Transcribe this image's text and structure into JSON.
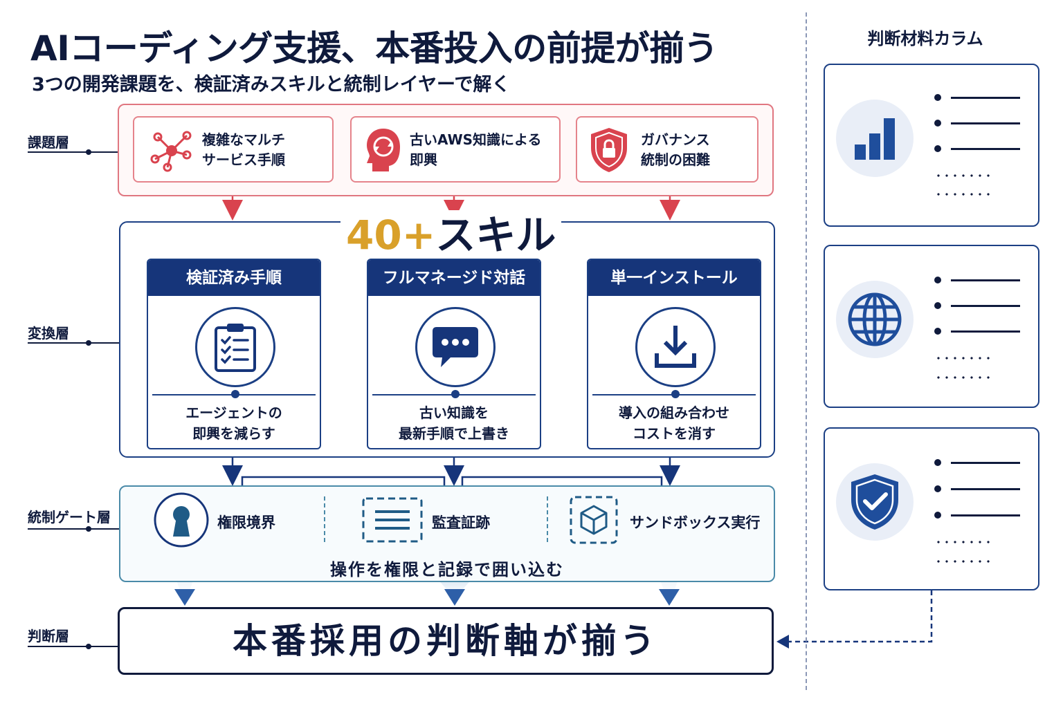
{
  "title": "AIコーディング支援、本番投入の前提が揃う",
  "subtitle": "3つの開発課題を、検証済みスキルと統制レイヤーで解く",
  "layers": {
    "challenge": "課題層",
    "transform": "変換層",
    "gate": "統制ゲート層",
    "decision": "判断層"
  },
  "challenges": [
    {
      "label": "複雑なマルチ\nサービス手順",
      "icon": "network-icon"
    },
    {
      "label": "古いAWS知識による\n即興",
      "icon": "head-refresh-icon"
    },
    {
      "label": "ガバナンス\n統制の困難",
      "icon": "shield-lock-icon"
    }
  ],
  "skills_heading": {
    "number": "40+",
    "text": "スキル"
  },
  "skills": [
    {
      "header": "検証済み手順",
      "desc": "エージェントの\n即興を減らす",
      "icon": "clipboard-checklist-icon"
    },
    {
      "header": "フルマネージド対話",
      "desc": "古い知識を\n最新手順で上書き",
      "icon": "chat-bubble-icon"
    },
    {
      "header": "単一インストール",
      "desc": "導入の組み合わせ\nコストを消す",
      "icon": "download-icon"
    }
  ],
  "gates": [
    {
      "label": "権限境界",
      "icon": "keyhole-icon"
    },
    {
      "label": "監査証跡",
      "icon": "audit-list-icon"
    },
    {
      "label": "サンドボックス実行",
      "icon": "sandbox-cube-icon"
    }
  ],
  "gate_caption": "操作を権限と記録で囲い込む",
  "decision": "本番採用の判断軸が揃う",
  "column": {
    "title": "判断材料カラム",
    "cards": [
      {
        "icon": "bar-chart-icon"
      },
      {
        "icon": "globe-icon"
      },
      {
        "icon": "shield-check-icon"
      }
    ]
  },
  "colors": {
    "navy": "#16357a",
    "ink": "#0f1a3c",
    "challenge_red": "#e07680",
    "icon_red": "#d9434e",
    "gold": "#d9a02a",
    "teal": "#4a8aa8"
  }
}
